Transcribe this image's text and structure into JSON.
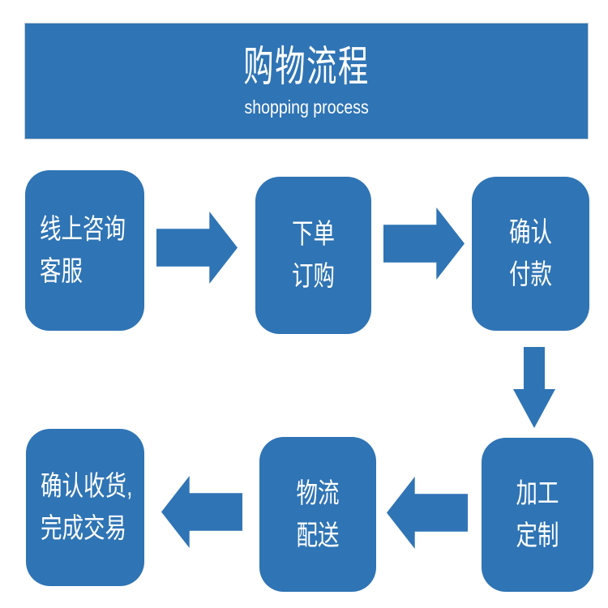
{
  "colors": {
    "primary": "#2F74B5",
    "text_on_primary": "#FFFFFF",
    "background": "#FFFFFF",
    "banner_border": "#C2CBD4"
  },
  "banner": {
    "title": "购物流程",
    "subtitle": "shopping process"
  },
  "flow": {
    "steps": [
      {
        "name": "online-consult-service",
        "lines": [
          "线上咨询",
          "客服"
        ]
      },
      {
        "name": "place-order",
        "lines": [
          "下单",
          "订购"
        ]
      },
      {
        "name": "confirm-payment",
        "lines": [
          "确认",
          "付款"
        ]
      },
      {
        "name": "processing-customization",
        "lines": [
          "加工",
          "定制"
        ]
      },
      {
        "name": "logistics-delivery",
        "lines": [
          "物流",
          "配送"
        ]
      },
      {
        "name": "confirm-receipt-complete",
        "lines": [
          "确认收货,",
          "完成交易"
        ]
      }
    ],
    "arrows": [
      {
        "name": "arrow-consult-to-order",
        "direction": "right"
      },
      {
        "name": "arrow-order-to-payment",
        "direction": "right"
      },
      {
        "name": "arrow-payment-to-process",
        "direction": "down"
      },
      {
        "name": "arrow-process-to-delivery",
        "direction": "left"
      },
      {
        "name": "arrow-delivery-to-receipt",
        "direction": "left"
      }
    ]
  }
}
